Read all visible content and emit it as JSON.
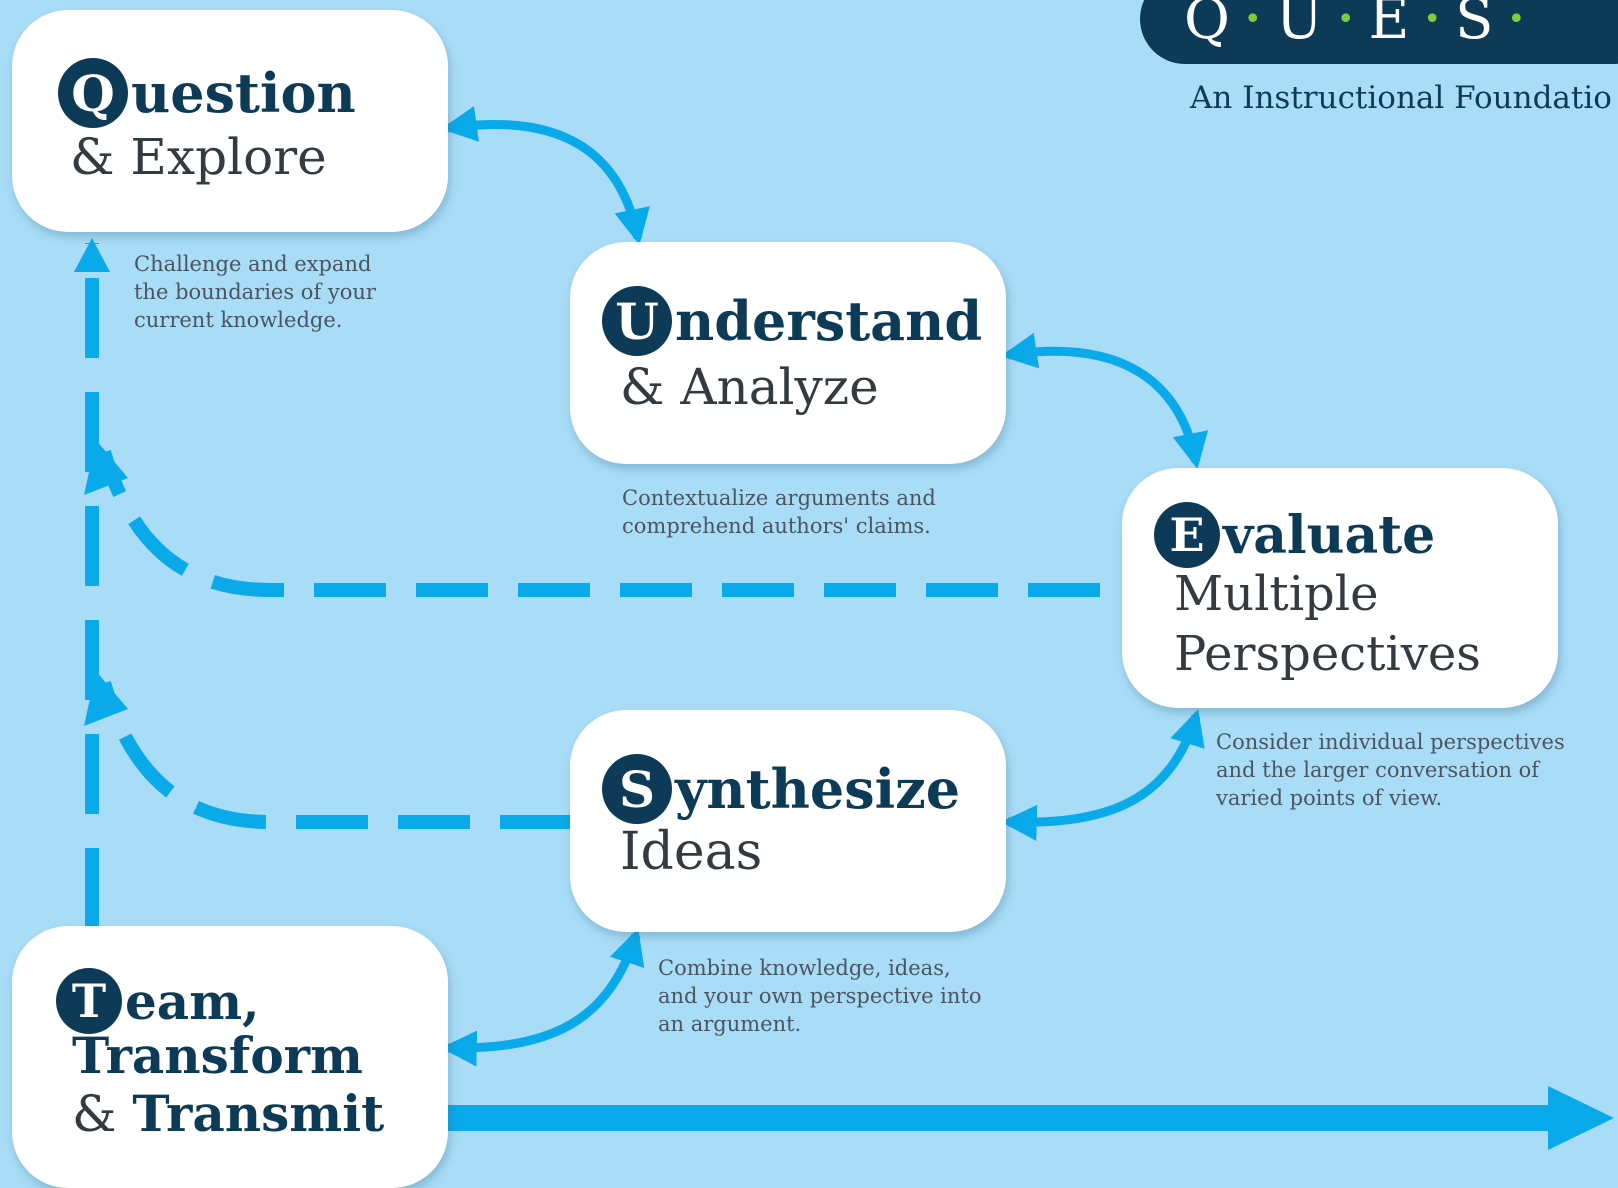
{
  "logo": {
    "letters": [
      "Q",
      "U",
      "E",
      "S"
    ],
    "tagline": "An Instructional Foundatio"
  },
  "steps": {
    "question": {
      "badge": "Q",
      "title_rest": "uestion",
      "subtitle": "& Explore",
      "description": [
        "Challenge and expand",
        "the boundaries of your",
        "current knowledge."
      ]
    },
    "understand": {
      "badge": "U",
      "title_rest": "nderstand",
      "subtitle": "& Analyze",
      "description": [
        "Contextualize arguments and",
        "comprehend authors' claims."
      ]
    },
    "evaluate": {
      "badge": "E",
      "title_rest": "valuate",
      "subtitle_lines": [
        "Multiple",
        "Perspectives"
      ],
      "description": [
        "Consider individual perspectives",
        "and the larger conversation of",
        "varied points of view."
      ]
    },
    "synthesize": {
      "badge": "S",
      "title_rest": "ynthesize",
      "subtitle": "Ideas",
      "description": [
        "Combine knowledge, ideas,",
        "and your own perspective into",
        "an argument."
      ]
    },
    "team": {
      "badge": "T",
      "title_rest": "eam,",
      "line2": "Transform",
      "line3_prefix": "& ",
      "line3_bold": "Transmit"
    }
  },
  "colors": {
    "background": "#a8dcf7",
    "arrow": "#0aaaea",
    "navy": "#0d3b57",
    "card": "#ffffff",
    "logo_dot": "#7ccf3c"
  }
}
